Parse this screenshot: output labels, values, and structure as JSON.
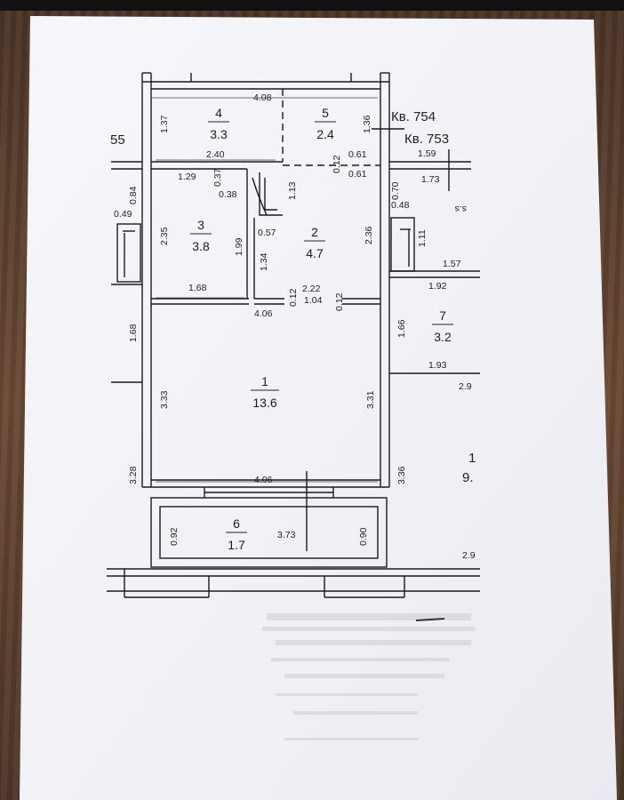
{
  "apartment_labels": {
    "current": "Кв. 754",
    "neighbor": "Кв. 753"
  },
  "rooms": [
    {
      "id": "1",
      "area": "13.6"
    },
    {
      "id": "2",
      "area": "4.7"
    },
    {
      "id": "3",
      "area": "3.8"
    },
    {
      "id": "4",
      "area": "3.3"
    },
    {
      "id": "5",
      "area": "2.4"
    },
    {
      "id": "6",
      "area": "1.7"
    },
    {
      "id": "7",
      "area": "3.2"
    }
  ],
  "dimensions": {
    "top_width": "4.08",
    "r4_height": "1.37",
    "r5_height": "1.36",
    "mid_width": "2.40",
    "wall_012_a": "0.12",
    "door_061_a": "0.61",
    "door_061_b": "0.61",
    "r3_top": "1.29",
    "r3_037": "0.37",
    "r3_038": "0.38",
    "r2_113": "1.13",
    "side_084": "0.84",
    "side_049": "0.49",
    "r3_height": "2.35",
    "r3_inner_199": "1.99",
    "r2_057": "0.57",
    "r2_134": "1.34",
    "r2_height": "2.36",
    "r3_bottom": "1.68",
    "r2_222": "2.22",
    "r2_104": "1.04",
    "wall_012_b": "0.12",
    "wall_012_c": "0.12",
    "r1_top_width": "4.06",
    "left_168": "1.68",
    "right_166": "1.66",
    "r1_left": "3.33",
    "r1_right": "3.31",
    "left_328": "3.28",
    "right_336": "3.36",
    "r1_bottom_width": "4.06",
    "r6_left": "0.92",
    "r6_right": "0.90",
    "r6_width": "3.73",
    "n_159": "1.59",
    "n_173": "1.73",
    "n_070": "0.70",
    "n_048": "0.48",
    "n_111": "1.11",
    "n_157": "1.57",
    "n_192": "1.92",
    "n_193": "1.93",
    "n_29a": "2.9",
    "n_29b": "2.9",
    "n_1": "1",
    "n_9": "9.",
    "n_55": "55",
    "n_ss": "s.s"
  }
}
